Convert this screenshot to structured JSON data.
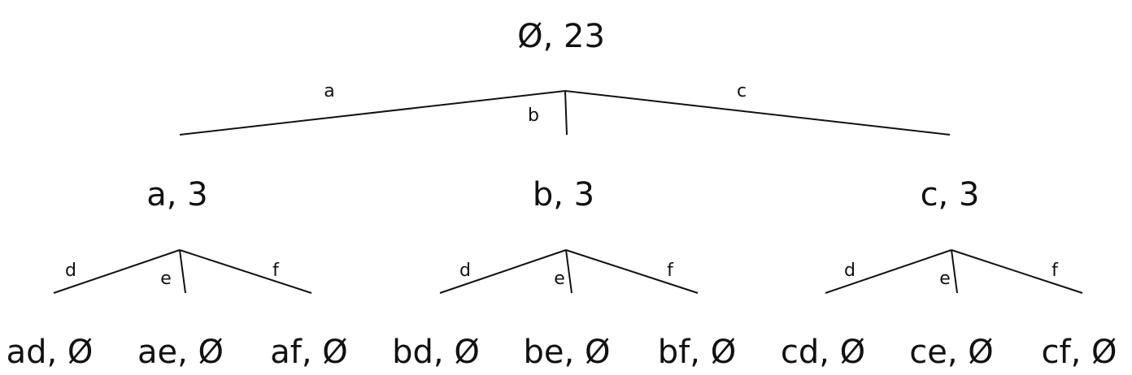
{
  "root": {
    "label": "Ø, 23",
    "edges": [
      {
        "edge_label": "a",
        "child": "a, 3"
      },
      {
        "edge_label": "b",
        "child": "b, 3"
      },
      {
        "edge_label": "c",
        "child": "c, 3"
      }
    ]
  },
  "subtrees": [
    {
      "parent": "a, 3",
      "edges": [
        {
          "edge_label": "d",
          "child": "ad, Ø"
        },
        {
          "edge_label": "e",
          "child": "ae, Ø"
        },
        {
          "edge_label": "f",
          "child": "af, Ø"
        }
      ]
    },
    {
      "parent": "b, 3",
      "edges": [
        {
          "edge_label": "d",
          "child": "bd, Ø"
        },
        {
          "edge_label": "e",
          "child": "be, Ø"
        },
        {
          "edge_label": "f",
          "child": "bf, Ø"
        }
      ]
    },
    {
      "parent": "c, 3",
      "edges": [
        {
          "edge_label": "d",
          "child": "cd, Ø"
        },
        {
          "edge_label": "e",
          "child": "ce, Ø"
        },
        {
          "edge_label": "f",
          "child": "cf, Ø"
        }
      ]
    }
  ]
}
